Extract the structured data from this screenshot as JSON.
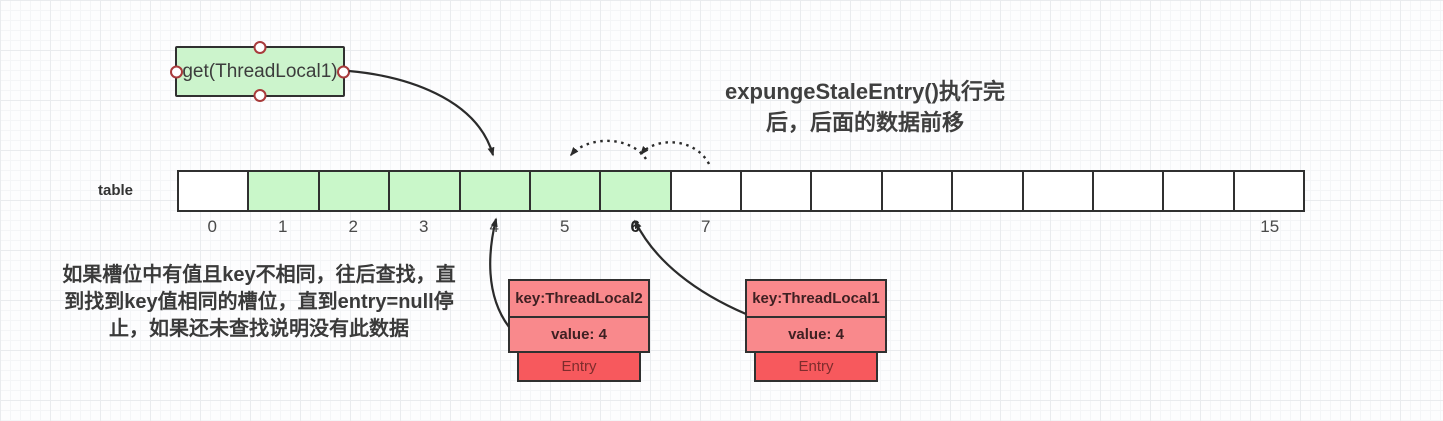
{
  "title": {
    "line1": "expungeStaleEntry()执行完",
    "line2": "后，后面的数据前移"
  },
  "get_box": {
    "label": "get(ThreadLocal1)"
  },
  "table": {
    "label": "table",
    "cells": [
      {
        "index": 0,
        "filled": false,
        "label": "0"
      },
      {
        "index": 1,
        "filled": true,
        "label": "1"
      },
      {
        "index": 2,
        "filled": true,
        "label": "2"
      },
      {
        "index": 3,
        "filled": true,
        "label": "3"
      },
      {
        "index": 4,
        "filled": true,
        "label": "4"
      },
      {
        "index": 5,
        "filled": true,
        "label": "5"
      },
      {
        "index": 6,
        "filled": true,
        "label": "6",
        "bold_label": true
      },
      {
        "index": 7,
        "filled": false,
        "label": "7"
      },
      {
        "index": 8,
        "filled": false,
        "label": ""
      },
      {
        "index": 9,
        "filled": false,
        "label": ""
      },
      {
        "index": 10,
        "filled": false,
        "label": ""
      },
      {
        "index": 11,
        "filled": false,
        "label": ""
      },
      {
        "index": 12,
        "filled": false,
        "label": ""
      },
      {
        "index": 13,
        "filled": false,
        "label": ""
      },
      {
        "index": 14,
        "filled": false,
        "label": ""
      },
      {
        "index": 15,
        "filled": false,
        "label": "15"
      }
    ]
  },
  "note": {
    "line1": "如果槽位中有值且key不相同，往后查找，直",
    "line2": "到找到key值相同的槽位，直到entry=null停",
    "line3": "止，如果还未查找说明没有此数据"
  },
  "entries": [
    {
      "key": "key:ThreadLocal2",
      "value": "value: 4",
      "tag": "Entry"
    },
    {
      "key": "key:ThreadLocal1",
      "value": "value: 4",
      "tag": "Entry"
    }
  ],
  "arrows": [
    {
      "from": "get-box",
      "to": "slot-4",
      "style": "solid"
    },
    {
      "from": "slot-6",
      "to": "slot-5",
      "style": "dotted"
    },
    {
      "from": "slot-7",
      "to": "slot-6",
      "style": "dotted"
    },
    {
      "from": "entry-threadlocal2",
      "to": "slot-4",
      "style": "solid"
    },
    {
      "from": "entry-threadlocal1",
      "to": "slot-6",
      "style": "solid"
    }
  ],
  "colors": {
    "slot_fill": "#c9f7c9",
    "box_fill": "#ccf4cc",
    "entry_pink": "#f9898c",
    "entry_red": "#f7595d",
    "stroke": "#303030",
    "grid_minor": "#f4f5f7",
    "grid_major": "#e9ebee"
  }
}
